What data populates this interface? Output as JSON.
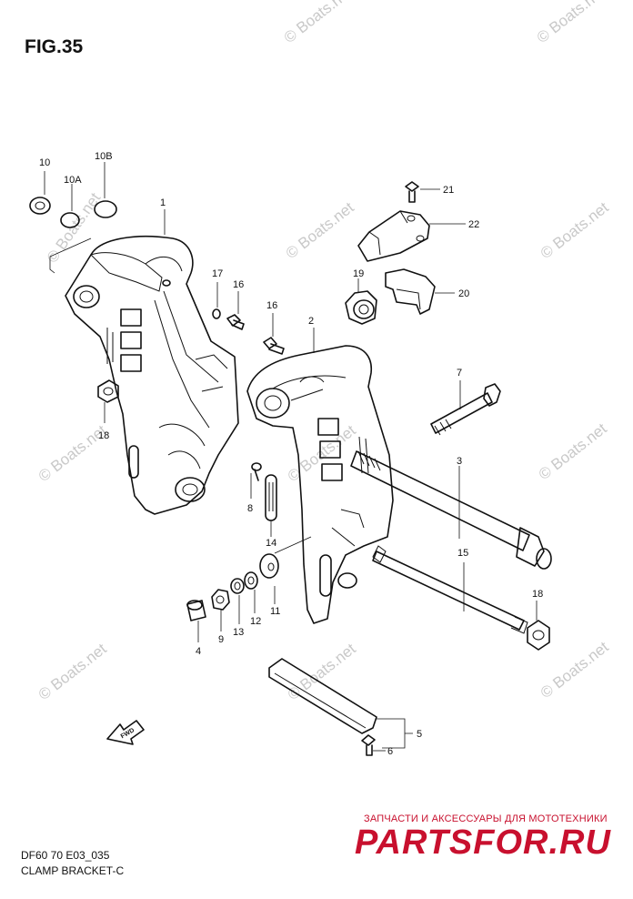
{
  "figure_title": "FIG.35",
  "model_code": "DF60 70 E03_035",
  "caption": "CLAMP BRACKET-C",
  "watermark_text": "© Boats.net",
  "dealer_text": "ЗАПЧАСТИ И АКСЕССУАРЫ ДЛЯ МОТОТЕХНИКИ",
  "dealer_brand": "PARTSFOR.RU",
  "fwd_label": "FWD",
  "part_labels": {
    "p1": "1",
    "p2": "2",
    "p3": "3",
    "p4": "4",
    "p5": "5",
    "p6": "6",
    "p7": "7",
    "p8": "8",
    "p9": "9",
    "p10": "10",
    "p10A": "10A",
    "p10B": "10B",
    "p11": "11",
    "p12": "12",
    "p13": "13",
    "p14": "14",
    "p15": "15",
    "p16a": "16",
    "p16b": "16",
    "p17": "17",
    "p18a": "18",
    "p18b": "18",
    "p19": "19",
    "p20": "20",
    "p21": "21",
    "p22": "22"
  },
  "colors": {
    "line": "#111111",
    "watermark": "#c9c9c9",
    "dealer": "#c8102e"
  }
}
